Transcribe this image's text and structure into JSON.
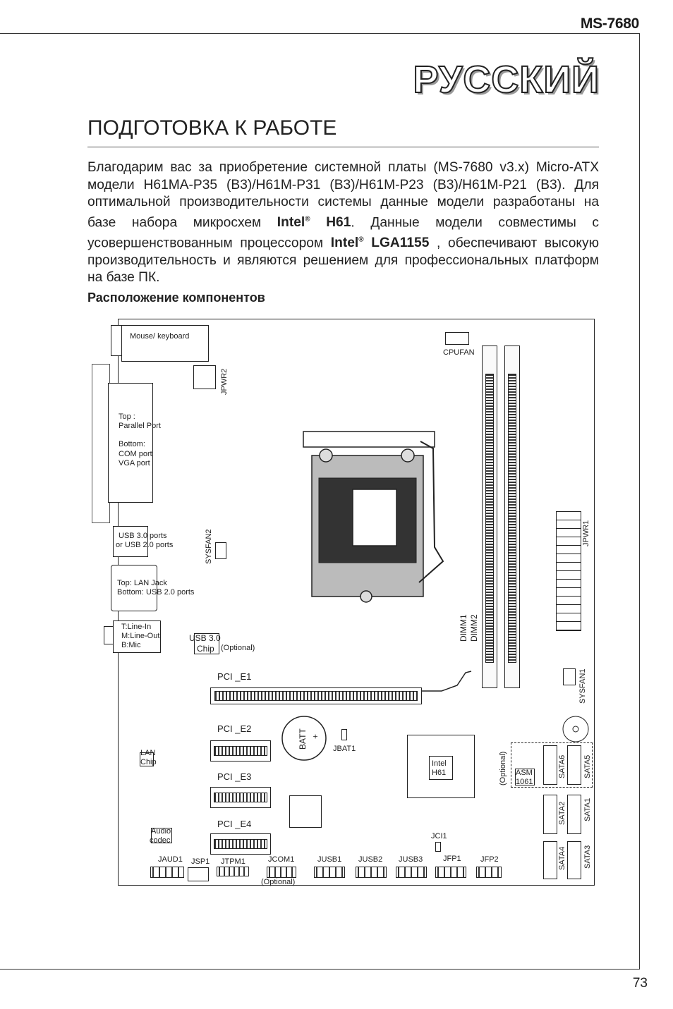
{
  "header": {
    "model": "MS-7680",
    "language_title": "РУССКИЙ"
  },
  "section": {
    "title": "ПОДГОТОВКА К РАБОТЕ",
    "intro_part1": "Благодарим вас за приобретение системной платы (MS-7680 v3.x) Micro-ATX модели H61MA-P35 (B3)/H61M-P31 (B3)/H61M-P23 (B3)/H61M-P21 (B3). Для оптимальной производительности системы данные модели разработаны на базе набора микросхем ",
    "intel_label_1": "Intel",
    "reg_mark": "®",
    "chipset": " H61",
    "intro_part2": ". Данные модели совместимы с усовершенствованным процессором ",
    "intel_label_2": "Intel",
    "socket": " LGA1155",
    "intro_part3": " , обеспечивают высокую производительность и являются решением для профессиональных платформ на базе ПК.",
    "subtitle": "Расположение компонентов"
  },
  "diagram": {
    "mouse_keyboard": "Mouse/  keyboard",
    "cpufan": "CPUFAN",
    "jpwr2": "JPWR2",
    "parallel_top": "Top :",
    "parallel_port": "Parallel Port",
    "bottom": "Bottom:",
    "com_port": "COM port",
    "vga_port": "VGA port",
    "usb30_ports": "USB 3.0  ports",
    "usb20_ports": "or USB 2.0 ports",
    "sysfan2": "SYSFAN2",
    "jpwr1": "JPWR1",
    "lan_jack": "Top: LAN Jack",
    "lan_usb": "Bottom: USB 2.0 ports",
    "line_in": "T:Line-In",
    "line_out": "M:Line-Out",
    "mic": "B:Mic",
    "usb30_chip_1": "USB 3.0",
    "usb30_chip_2": "Chip",
    "optional": "(Optional)",
    "dimm1": "DIMM1",
    "dimm2": "DIMM2",
    "pci_e1": "PCI _E1",
    "sysfan1": "SYSFAN1",
    "pci_e2": "PCI _E2",
    "batt": "BATT",
    "batt_plus": "+",
    "jbat1": "JBAT1",
    "lan_chip_1": "LAN",
    "lan_chip_2": "Chip",
    "intel_h61_1": "Intel",
    "intel_h61_2": "H61",
    "optional_v": "(Optional)",
    "asm_1": "ASM",
    "asm_2": "1061",
    "sata6": "SATA6",
    "sata5": "SATA5",
    "pci_e3": "PCI _E3",
    "sata2": "SATA2",
    "sata1": "SATA1",
    "pci_e4": "PCI _E4",
    "audio_1": "Audio",
    "audio_2": "codec",
    "jci1": "JCI1",
    "sata4": "SATA4",
    "sata3": "SATA3",
    "jaud1": "JAUD1",
    "jsp1": "JSP1",
    "jtpm1": "JTPM1",
    "jcom1": "JCOM1",
    "jcom_optional": "(Optional)",
    "jusb1": "JUSB1",
    "jusb2": "JUSB2",
    "jusb3": "JUSB3",
    "jfp1": "JFP1",
    "jfp2": "JFP2"
  },
  "footer": {
    "page_number": "73"
  }
}
